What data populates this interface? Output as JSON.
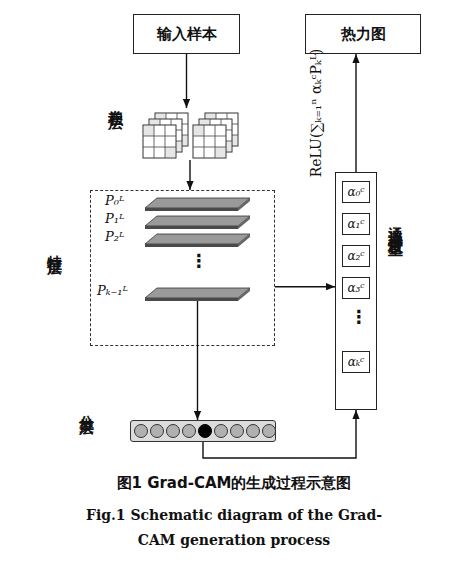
{
  "diagram": {
    "caption": "图1 Grad-CAM的生成过程示意图",
    "nodes": [
      {
        "text": [
          "输入样本"
        ]
      },
      {
        "text": [
          "热力图"
        ]
      },
      {
        "text": [
          "卷积层"
        ]
      },
      {
        "text": [
          "特征层"
        ]
      },
      {
        "text": [
          "P₀ᴸ"
        ],
        "in": 3
      },
      {
        "text": [
          "P₁ᴸ"
        ],
        "in": 3
      },
      {
        "text": [
          "P₂ᴸ"
        ],
        "in": 3
      },
      {
        "text": [
          "Pₖ₋₁ᴸ"
        ],
        "in": 3
      },
      {
        "text": [
          "分类层"
        ]
      },
      {
        "text": [
          "通道梯度权重"
        ]
      },
      {
        "text": [
          "α₀ᶜ"
        ],
        "in": 9
      },
      {
        "text": [
          "α₁ᶜ"
        ],
        "in": 9
      },
      {
        "text": [
          "α₂ᶜ"
        ],
        "in": 9
      },
      {
        "text": [
          "α₃ᶜ"
        ],
        "in": 9
      },
      {
        "text": [
          "αₖᶜ"
        ],
        "in": 9
      }
    ],
    "edges": [
      {
        "from": 0,
        "to": 2,
        "arrow": "to"
      },
      {
        "from": 2,
        "to": 3,
        "arrow": "to"
      },
      {
        "from": 3,
        "to": 9,
        "arrow": "to"
      },
      {
        "from": 7,
        "to": 8,
        "arrow": "to"
      },
      {
        "from": 8,
        "to": 9,
        "arrow": "to"
      },
      {
        "from": 9,
        "to": 1,
        "label": "ReLU(∑ₖ₌₁ⁿ αₖᶜPₖᴸ)",
        "arrow": "to"
      }
    ],
    "labels": [
      "⋮",
      "⋮",
      "Fig.1 Schematic diagram of the Grad-CAM generation process"
    ]
  }
}
